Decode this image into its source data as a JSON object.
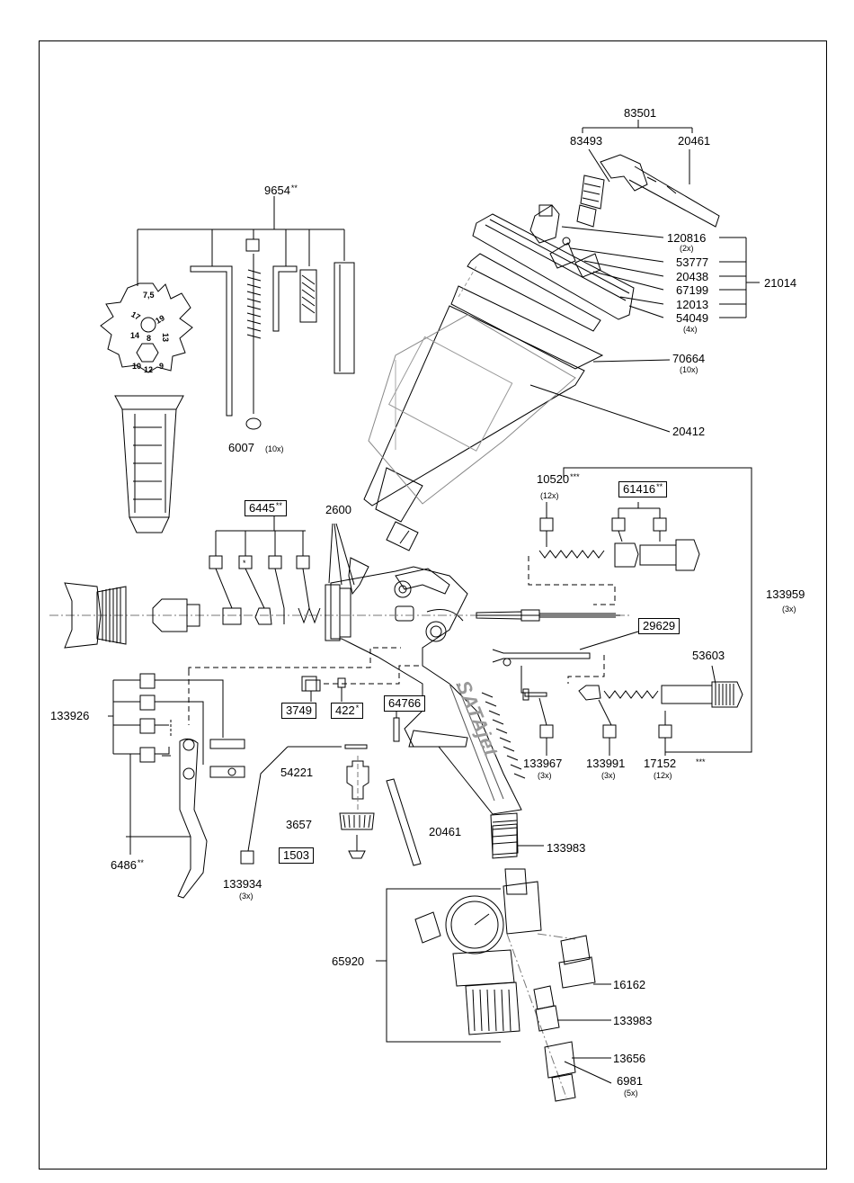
{
  "parts": {
    "p83501": "83501",
    "p83493": "83493",
    "p20461a": "20461",
    "p120816": "120816",
    "q120816": "(2x)",
    "p53777": "53777",
    "p20438": "20438",
    "p67199": "67199",
    "p12013": "12013",
    "p54049": "54049",
    "q54049": "(4x)",
    "p21014": "21014",
    "p70664": "70664",
    "q70664": "(10x)",
    "p20412": "20412",
    "p9654": "9654",
    "s9654": "**",
    "p6007": "6007",
    "q6007": "(10x)",
    "p10520": "10520",
    "s10520": "***",
    "q10520": "(12x)",
    "p61416": "61416",
    "s61416": "**",
    "p133959": "133959",
    "q133959": "(3x)",
    "p6445": "6445",
    "s6445": "**",
    "star": "*",
    "p2600": "2600",
    "p29629": "29629",
    "p53603": "53603",
    "p133926": "133926",
    "p3749": "3749",
    "p422": "422",
    "s422": "*",
    "p64766": "64766",
    "p133967": "133967",
    "q133967": "(3x)",
    "p133991": "133991",
    "q133991": "(3x)",
    "p17152": "17152",
    "q17152": "(12x)",
    "s17152": "***",
    "p54221": "54221",
    "p3657": "3657",
    "p20461b": "20461",
    "p1503": "1503",
    "p133983a": "133983",
    "p6486": "6486",
    "s6486": "**",
    "p133934": "133934",
    "q133934": "(3x)",
    "p65920": "65920",
    "p16162": "16162",
    "p133983b": "133983",
    "p13656": "13656",
    "p6981": "6981",
    "q6981": "(5x)"
  },
  "tool_marks": {
    "wrench": [
      "7,5",
      "17",
      "19",
      "14",
      "13",
      "8",
      "10",
      "9",
      "12"
    ]
  },
  "brand": "SATAjet"
}
